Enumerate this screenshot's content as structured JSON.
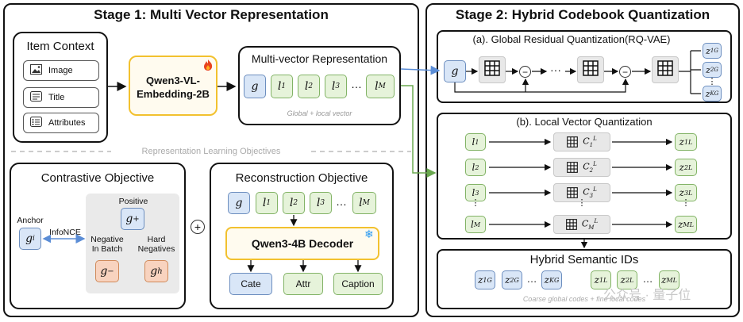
{
  "stage1": {
    "title": "Stage 1: Multi Vector Representation",
    "item_context": {
      "title": "Item Context",
      "items": [
        "Image",
        "Title",
        "Attributes"
      ]
    },
    "encoder": {
      "line1": "Qwen3-VL-",
      "line2": "Embedding-2B",
      "icon": "fire-icon"
    },
    "mvr": {
      "title": "Multi-vector Representation",
      "tokens": [
        "g",
        "l1",
        "l2",
        "l3",
        "…",
        "lM"
      ],
      "caption": "Global + local vector"
    },
    "objectives_divider": "Representation Learning Objectives",
    "contrastive": {
      "title": "Contrastive Objective",
      "anchor_label": "Anchor",
      "anchor_token": "gi",
      "infonce_label": "InfoNCE",
      "positive_label": "Positive",
      "positive_token": "g+",
      "neg_batch_label": "Negative In Batch",
      "neg_batch_token": "g−",
      "hard_neg_label": "Hard Negatives",
      "hard_neg_token": "gh"
    },
    "plus": "+",
    "reconstruction": {
      "title": "Reconstruction Objective",
      "tokens": [
        "g",
        "l1",
        "l2",
        "l3",
        "…",
        "lM"
      ],
      "decoder": "Qwen3-4B Decoder",
      "decoder_icon": "snowflake-icon",
      "outputs": [
        "Cate",
        "Attr",
        "Caption"
      ]
    }
  },
  "stage2": {
    "title": "Stage 2: Hybrid Codebook Quantization",
    "global": {
      "title": "(a). Global Residual Quantization(RQ-VAE)",
      "input_token": "g",
      "ellipsis": "···",
      "codes": [
        "z1G",
        "z2G",
        "⋮",
        "zKG"
      ]
    },
    "local": {
      "title": "(b). Local Vector Quantization",
      "rows": [
        {
          "in": "l1",
          "codebook": "C1L",
          "out": "z1L"
        },
        {
          "in": "l2",
          "codebook": "C2L",
          "out": "z2L"
        },
        {
          "in": "l3",
          "codebook": "C3L",
          "out": "z3L"
        },
        {
          "in": "lM",
          "codebook": "CML",
          "out": "zML"
        }
      ]
    },
    "hybrid": {
      "title": "Hybrid Semantic IDs",
      "ids": [
        "z1G",
        "z2G",
        "…",
        "zKG",
        "z1L",
        "z2L",
        "…",
        "zML"
      ],
      "caption": "Coarse global codes + fine local codes"
    }
  },
  "watermark": "公众号 · 量子位",
  "colors": {
    "blue": "#6c8ebf",
    "green": "#82b366",
    "orange": "#d08a5a",
    "yellow": "#f2c12e"
  }
}
